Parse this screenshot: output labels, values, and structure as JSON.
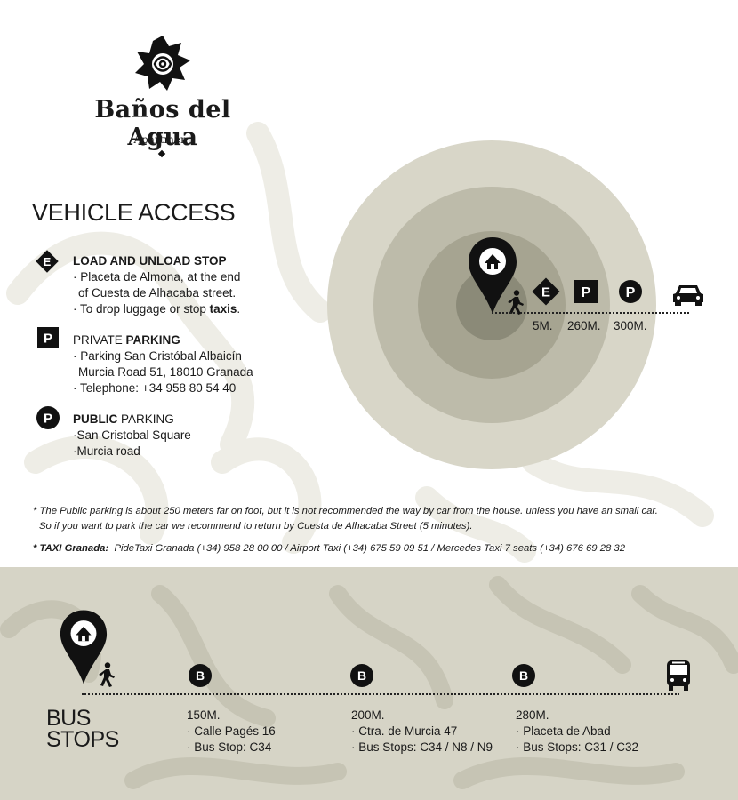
{
  "logo": {
    "title": "Baños del Agua",
    "subtitle": "Apartment"
  },
  "heading": "VEHICLE ACCESS",
  "legend": [
    {
      "icon": "E",
      "title_bold": "LOAD AND UNLOAD STOP",
      "lines": [
        "· Placeta de Almona, at the end",
        "of Cuesta de Alhacaba street.",
        "· To drop luggage or stop "
      ],
      "bold_tail": "taxis",
      "tail_end": "."
    },
    {
      "icon": "P",
      "title_plain": "PRIVATE ",
      "title_bold": "PARKING",
      "lines": [
        "· Parking San Cristóbal Albaicín",
        "Murcia Road 51, 18010 Granada",
        "· Telephone: +34 958 80 54 40"
      ]
    },
    {
      "icon": "P",
      "title_bold": "PUBLIC",
      "title_plain": " PARKING",
      "lines": [
        "·San Cristobal Square",
        "·Murcia road"
      ]
    }
  ],
  "access_map": {
    "markers": [
      "E",
      "P",
      "P"
    ],
    "distances": [
      "5M.",
      "260M.",
      "300M."
    ]
  },
  "notes": {
    "public_parking_1": "* The Public parking is about 250 meters far on foot, but it is not recommended the way by car from the house. unless you have an small car.",
    "public_parking_2": "So if you want to park the car we recommend to return by Cuesta de Alhacaba Street (5 minutes).",
    "taxi_label": "* TAXI Granada:",
    "taxi_text": "PideTaxi Granada (+34) 958 28 00 00  /  Airport Taxi  (+34) 675 59 09 51  /  Mercedes Taxi 7 seats (+34) 676 69 28 32"
  },
  "bus": {
    "heading_line1": "BUS",
    "heading_line2": "STOPS",
    "badge": "B",
    "stops": [
      {
        "distance": "150M.",
        "place": "· Calle Pagés 16",
        "lines": "· Bus Stop: C34"
      },
      {
        "distance": "200M.",
        "place": "· Ctra. de Murcia 47",
        "lines": "· Bus Stops: C34 / N8 / N9"
      },
      {
        "distance": "280M.",
        "place": "· Placeta de Abad",
        "lines": "· Bus Stops: C31 / C32"
      }
    ]
  },
  "colors": {
    "circle_outer": "#d8d6c8",
    "circle_2": "#bdbbaa",
    "circle_3": "#a6a491",
    "circle_inner": "#8b8a78",
    "band": "#d6d4c6",
    "ink": "#111111"
  }
}
